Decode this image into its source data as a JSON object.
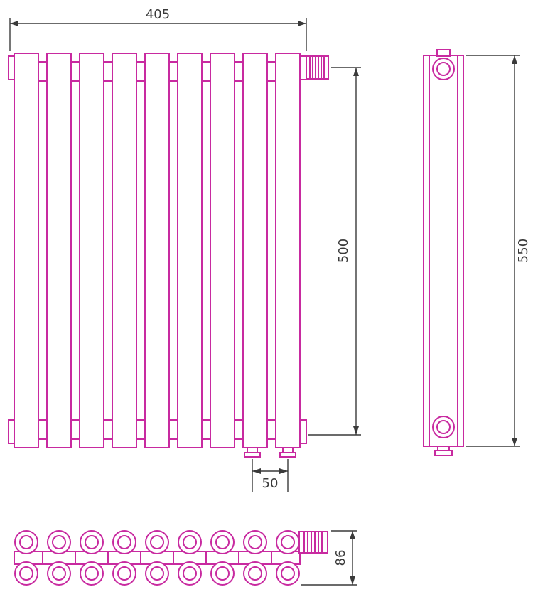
{
  "dimensions": {
    "front_width": "405",
    "front_height": "500",
    "bottom_pitch": "50",
    "side_height": "550",
    "top_depth": "86"
  },
  "colors": {
    "product": "#c82aa0",
    "dimension": "#3a3a3a"
  }
}
